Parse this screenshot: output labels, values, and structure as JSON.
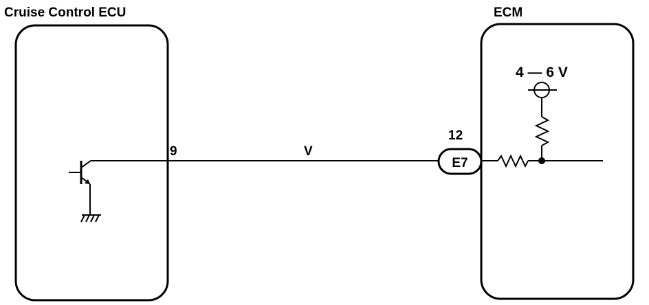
{
  "left_unit": {
    "title": "Cruise Control ECU"
  },
  "right_unit": {
    "title": "ECM",
    "voltage": "4 — 6 V"
  },
  "wire": {
    "color_code": "V",
    "left_pin": "9",
    "right_pin": "12",
    "connector": "E7"
  }
}
